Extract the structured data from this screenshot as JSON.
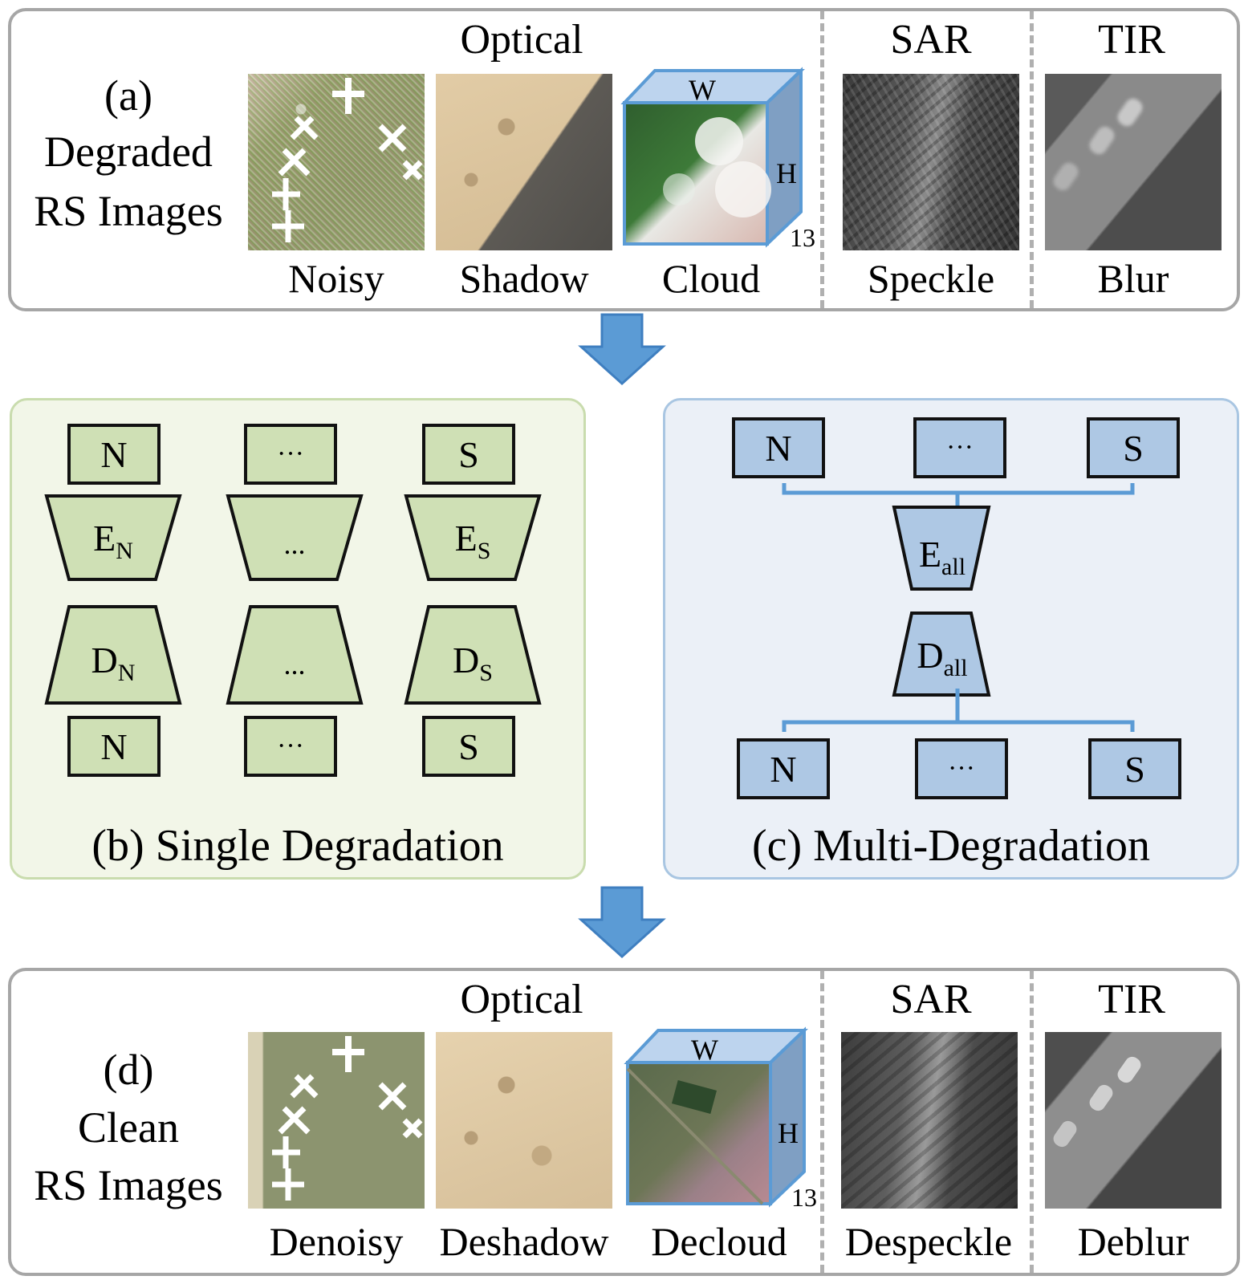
{
  "panel_a": {
    "label": "(a)",
    "title_line1": "Degraded",
    "title_line2": "RS Images",
    "groups": {
      "optical": "Optical",
      "sar": "SAR",
      "tir": "TIR"
    },
    "images": [
      {
        "name": "noisy",
        "caption": "Noisy"
      },
      {
        "name": "shadow",
        "caption": "Shadow"
      },
      {
        "name": "cloud",
        "caption": "Cloud"
      },
      {
        "name": "speckle",
        "caption": "Speckle"
      },
      {
        "name": "blur",
        "caption": "Blur"
      }
    ],
    "cube": {
      "w": "W",
      "h": "H",
      "bands": "13"
    }
  },
  "panel_b": {
    "title": "(b) Single Degradation",
    "columns": [
      {
        "input": "N",
        "encoder": "E",
        "encoder_sub": "N",
        "decoder": "D",
        "decoder_sub": "N",
        "output": "N"
      },
      {
        "input": "···",
        "encoder": "...",
        "encoder_sub": "",
        "decoder": "...",
        "decoder_sub": "",
        "output": "···"
      },
      {
        "input": "S",
        "encoder": "E",
        "encoder_sub": "S",
        "decoder": "D",
        "decoder_sub": "S",
        "output": "S"
      }
    ]
  },
  "panel_c": {
    "title": "(c) Multi-Degradation",
    "inputs": [
      "N",
      "···",
      "S"
    ],
    "encoder": "E",
    "encoder_sub": "all",
    "decoder": "D",
    "decoder_sub": "all",
    "outputs": [
      "N",
      "···",
      "S"
    ]
  },
  "panel_d": {
    "label": "(d)",
    "title_line1": "Clean",
    "title_line2": "RS Images",
    "groups": {
      "optical": "Optical",
      "sar": "SAR",
      "tir": "TIR"
    },
    "images": [
      {
        "name": "denoisy",
        "caption": "Denoisy"
      },
      {
        "name": "deshadow",
        "caption": "Deshadow"
      },
      {
        "name": "decloud",
        "caption": "Decloud"
      },
      {
        "name": "despeckle",
        "caption": "Despeckle"
      },
      {
        "name": "deblur",
        "caption": "Deblur"
      }
    ],
    "cube": {
      "w": "W",
      "h": "H",
      "bands": "13"
    }
  },
  "colors": {
    "arrow": "#5b9bd5",
    "green_fill": "#cfe0b5",
    "blue_fill": "#aec8e4",
    "connector": "#5b9bd5"
  }
}
